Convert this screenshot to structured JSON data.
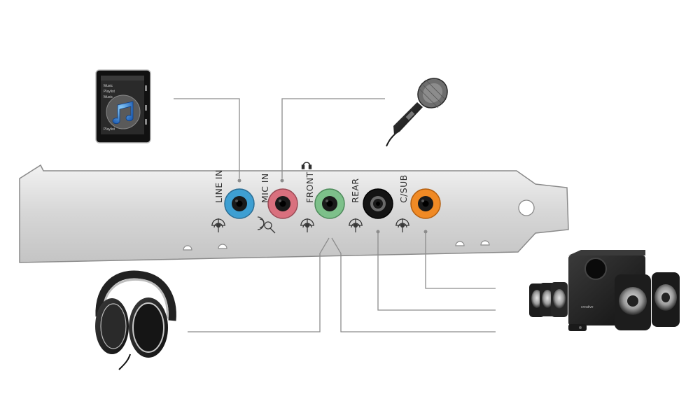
{
  "bracket": {
    "jacks": [
      {
        "id": "line-in",
        "label": "LINE IN",
        "color": "#3e9fd2"
      },
      {
        "id": "mic-in",
        "label": "MIC IN",
        "color": "#d9707e"
      },
      {
        "id": "front",
        "label": "FRONT",
        "color": "#7dc08a"
      },
      {
        "id": "rear",
        "label": "REAR",
        "color": "#141414"
      },
      {
        "id": "csub",
        "label": "C/SUB",
        "color": "#f08a25"
      }
    ]
  },
  "devices": {
    "media_player": {
      "screen_lines": [
        "Music",
        "Playlist",
        "Music",
        "Playlist"
      ],
      "icon": "music-note-icon"
    },
    "microphone": {
      "icon": "microphone-icon"
    },
    "headphones": {
      "icon": "headphones-icon"
    },
    "speakers": {
      "brand": "creative",
      "icon": "speaker-system-icon"
    }
  },
  "colors": {
    "bracket_fill": "#dcdcdc",
    "bracket_edge": "#8a8a8a",
    "connector_line": "#8c8c8c"
  }
}
